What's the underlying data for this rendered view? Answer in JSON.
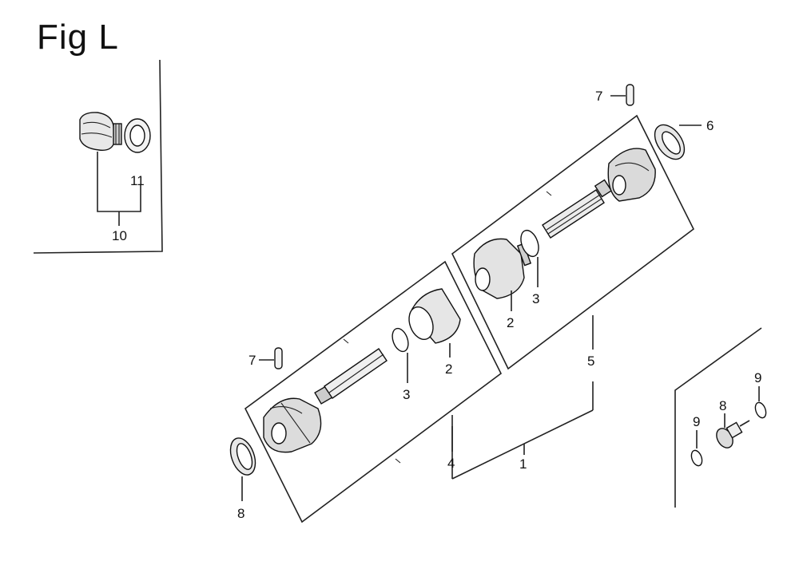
{
  "figure": {
    "title": "Fig L"
  },
  "callouts": {
    "c1": "1",
    "c2a": "2",
    "c2b": "2",
    "c3a": "3",
    "c3b": "3",
    "c4": "4",
    "c5": "5",
    "c6": "6",
    "c7a": "7",
    "c7b": "7",
    "c8a": "8",
    "c8b": "8",
    "c9a": "9",
    "c9b": "9",
    "c10": "10",
    "c11": "11"
  }
}
